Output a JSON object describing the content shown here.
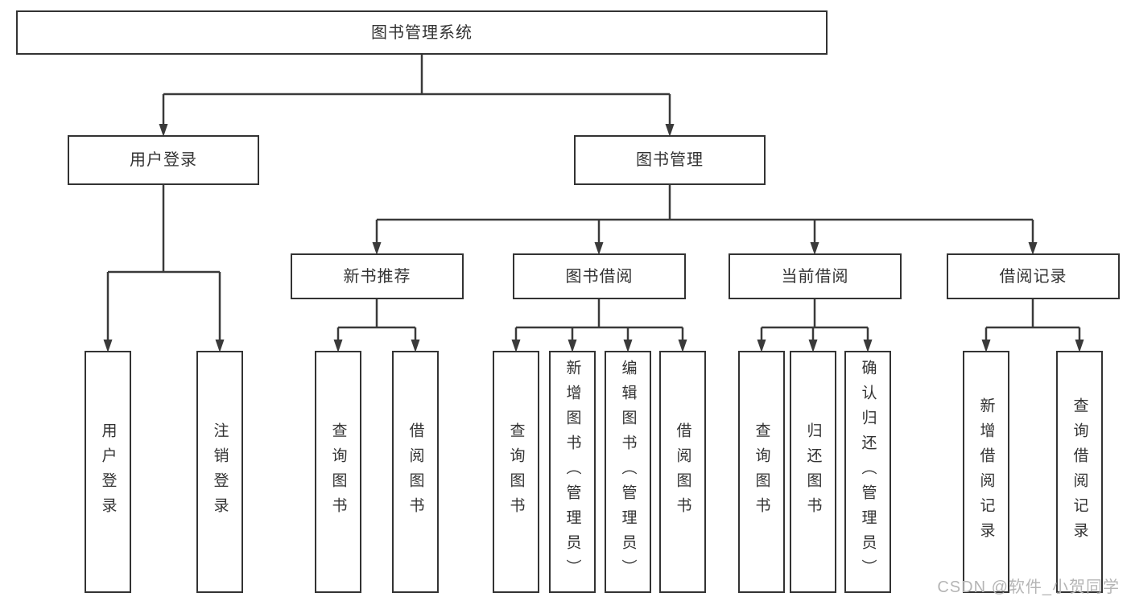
{
  "colors": {
    "line": "#3a3a3a",
    "border": "#333333",
    "text": "#333333",
    "background": "#ffffff",
    "watermark": "#b5b5b5"
  },
  "watermark": {
    "text": "CSDN @软件_小贺同学"
  },
  "tree": {
    "root": {
      "label": "图书管理系统",
      "children": [
        {
          "label": "用户登录",
          "children": [
            {
              "label": "用户登录"
            },
            {
              "label": "注销登录"
            }
          ]
        },
        {
          "label": "图书管理",
          "children": [
            {
              "label": "新书推荐",
              "children": [
                {
                  "label": "查询图书"
                },
                {
                  "label": "借阅图书"
                }
              ]
            },
            {
              "label": "图书借阅",
              "children": [
                {
                  "label": "查询图书"
                },
                {
                  "label": "新增图书（管理员）"
                },
                {
                  "label": "编辑图书（管理员）"
                },
                {
                  "label": "借阅图书"
                }
              ]
            },
            {
              "label": "当前借阅",
              "children": [
                {
                  "label": "查询图书"
                },
                {
                  "label": "归还图书"
                },
                {
                  "label": "确认归还（管理员）"
                }
              ]
            },
            {
              "label": "借阅记录",
              "children": [
                {
                  "label": "新增借阅记录"
                },
                {
                  "label": "查询借阅记录"
                }
              ]
            }
          ]
        }
      ]
    }
  }
}
